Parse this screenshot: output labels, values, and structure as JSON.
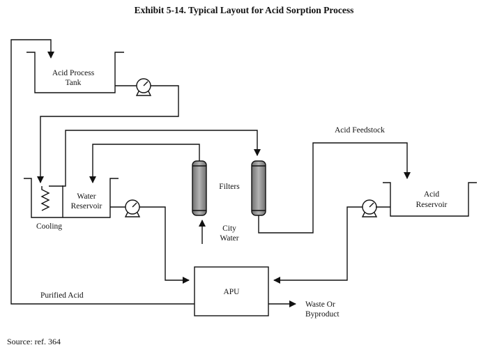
{
  "title": "Exhibit 5-14. Typical Layout for Acid Sorption Process",
  "source": "Source: ref. 364",
  "labels": {
    "acid_process_tank_line1": "Acid Process",
    "acid_process_tank_line2": "Tank",
    "water_reservoir_line1": "Water",
    "water_reservoir_line2": "Reservoir",
    "cooling": "Cooling",
    "filters": "Filters",
    "city_water_line1": "City",
    "city_water_line2": "Water",
    "acid_feedstock": "Acid Feedstock",
    "acid_reservoir_line1": "Acid",
    "acid_reservoir_line2": "Reservoir",
    "apu": "APU",
    "purified_acid": "Purified Acid",
    "waste_line1": "Waste Or",
    "waste_line2": "Byproduct"
  }
}
